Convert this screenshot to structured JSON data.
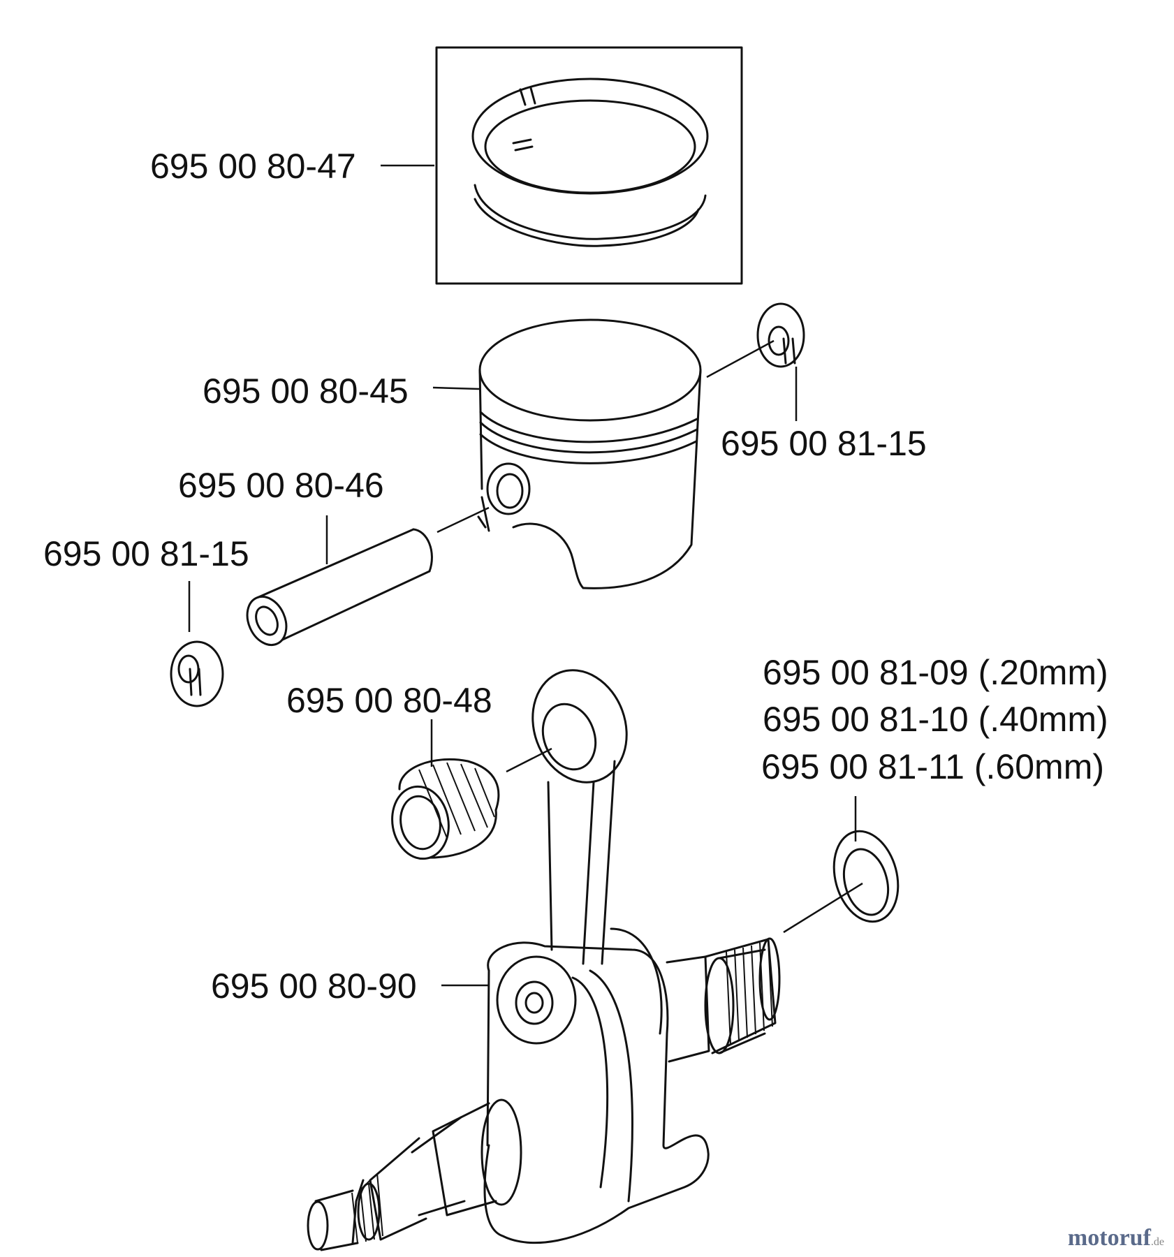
{
  "parts": {
    "piston_ring_set": "695 00 80-47",
    "piston": "695 00 80-45",
    "circlip_right": "695 00 81-15",
    "piston_pin": "695 00 80-46",
    "circlip_left": "695 00 81-15",
    "needle_bearing": "695 00 80-48",
    "crankshaft": "695 00 80-90",
    "shim_020": "695 00 81-09 (.20mm)",
    "shim_040": "695 00 81-10 (.40mm)",
    "shim_060": "695 00 81-11 (.60mm)"
  },
  "watermark": {
    "brand": "motoruf",
    "suffix": ".de"
  }
}
